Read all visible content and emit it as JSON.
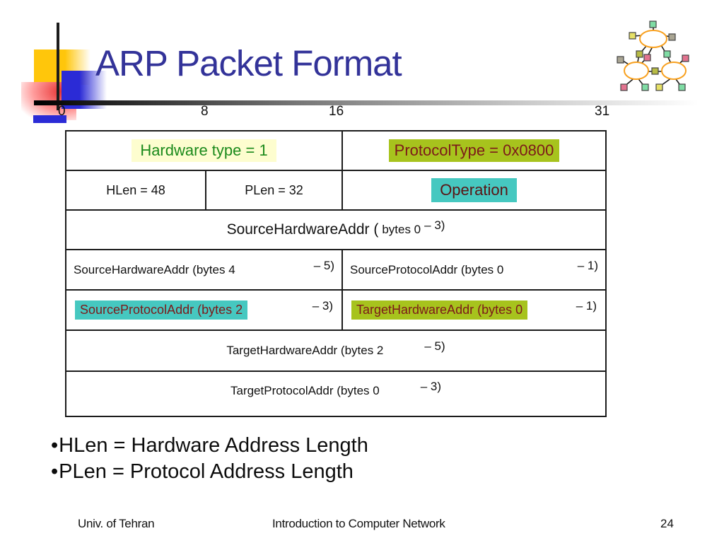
{
  "title": "ARP Packet Format",
  "ruler": {
    "labels": [
      "0",
      "8",
      "16",
      "31"
    ]
  },
  "table": {
    "row1_left": "Hardware type = 1",
    "row1_right": "ProtocolType = 0x0800",
    "row2_c1": "HLen = 48",
    "row2_c2": "PLen = 32",
    "row2_c3": "Operation",
    "row3_main": "SourceHardwareAddr (",
    "row3_sub": "bytes 0",
    "row3_sup": "– 3)",
    "row4_left_main": "SourceHardwareAddr (bytes 4",
    "row4_left_sup": "– 5)",
    "row4_right_main": "SourceProtocolAddr (bytes 0",
    "row4_right_sup": "– 1)",
    "row5_left_main": "SourceProtocolAddr (bytes 2",
    "row5_left_sup": "– 3)",
    "row5_right_main": "TargetHardwareAddr (bytes 0",
    "row5_right_sup": "– 1)",
    "row6_main": "TargetHardwareAddr (bytes 2",
    "row6_sup": "– 5)",
    "row7_main": "TargetProtocolAddr (bytes 0",
    "row7_sup": "– 3)"
  },
  "bullets": {
    "dot": "•",
    "line1": "HLen = Hardware Address Length",
    "line2": "PLen = Protocol Address Length"
  },
  "footer": {
    "left": "Univ. of Tehran",
    "center": "Introduction to Computer Network",
    "page": "24"
  },
  "icons": {
    "top_right": "network-clouds-diagram"
  },
  "colors": {
    "title": "#333399",
    "highlight_light_yellow": "#fdfdcf",
    "highlight_olive": "#a7c31d",
    "highlight_cyan": "#46c8c0",
    "green_text": "#1b8a1b",
    "dark_red_text": "#7c1a1a",
    "table_border": "#1c1c1c"
  }
}
